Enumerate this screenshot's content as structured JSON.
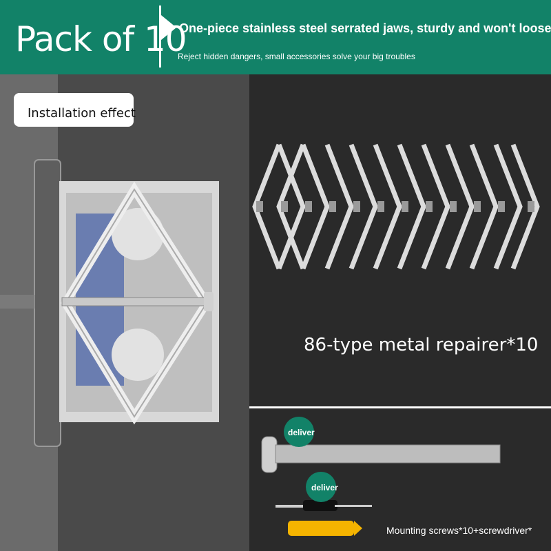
{
  "banner": {
    "pack_label": "Pack of 10",
    "headline": "One-piece stainless steel serrated jaws, sturdy and won't loosen",
    "subline": "Reject hidden dangers, small accessories solve your big troubles"
  },
  "installation": {
    "label": "Installation effect"
  },
  "product": {
    "repairer_label": "86-type metal repairer*10"
  },
  "accessories": {
    "deliver_badge_1": "deliver",
    "deliver_badge_2": "deliver",
    "screws_label": "Mounting screws*10+screwdriver*"
  },
  "colors": {
    "brand_green": "#128268",
    "background": "#2a2a2a"
  }
}
